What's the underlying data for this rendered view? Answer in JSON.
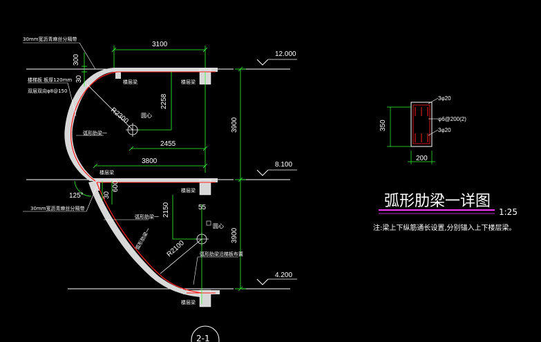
{
  "colors": {
    "background": "#000000",
    "white": "#ffffff",
    "green": "#33ff33",
    "red": "#ff2020",
    "concrete": "#d8d8d8",
    "magenta": "#ff33ff"
  },
  "plan": {
    "dim_top": "3100",
    "dim_300": "300",
    "dim_30": "30",
    "dim_2258": "2258",
    "dim_2455": "2455",
    "dim_3800": "3800",
    "dim_3900_top": "3900",
    "dim_3900_bottom": "3900",
    "dim_2150": "2150",
    "dim_55": "55",
    "dim_30b": "30",
    "dim_600": "600",
    "angle": "125°",
    "radius_top": "R2300",
    "radius_bottom": "R2100",
    "center_label_top": "圆心",
    "center_label_bottom": "圆心",
    "note_top_left": "30mm宽沥青麻丝分隔带",
    "note_slab": "楼梯板 板厚120mm",
    "note_rebar": "双层双向φ8@150",
    "note_bottom_left": "30mm宽沥青麻丝分隔带",
    "beam_label_1": "楼层梁",
    "beam_label_2": "楼层梁",
    "beam_label_3": "楼层梁",
    "beam_label_4": "楼层梁",
    "beam_label_5": "楼层梁",
    "arc_beam_label_1": "弧形肋梁一",
    "arc_beam_label_2": "弧形肋梁一",
    "arc_beam_label_3": "弧形肋梁一",
    "arc_note_bottom": "弧形肋梁沿梯板布置",
    "elevation_top": "12.000",
    "elevation_mid": "8.100",
    "elevation_bottom": "4.200",
    "axis_label": "2-1"
  },
  "section": {
    "top_rebar": "3φ20",
    "stirrup": "φ6@200(2)",
    "bottom_rebar": "3φ20",
    "height": "350",
    "width": "200",
    "title": "弧形肋梁一详图",
    "scale": "1:25",
    "note": "注:梁上下纵筋通长设置,分别锚入上下楼层梁。"
  }
}
